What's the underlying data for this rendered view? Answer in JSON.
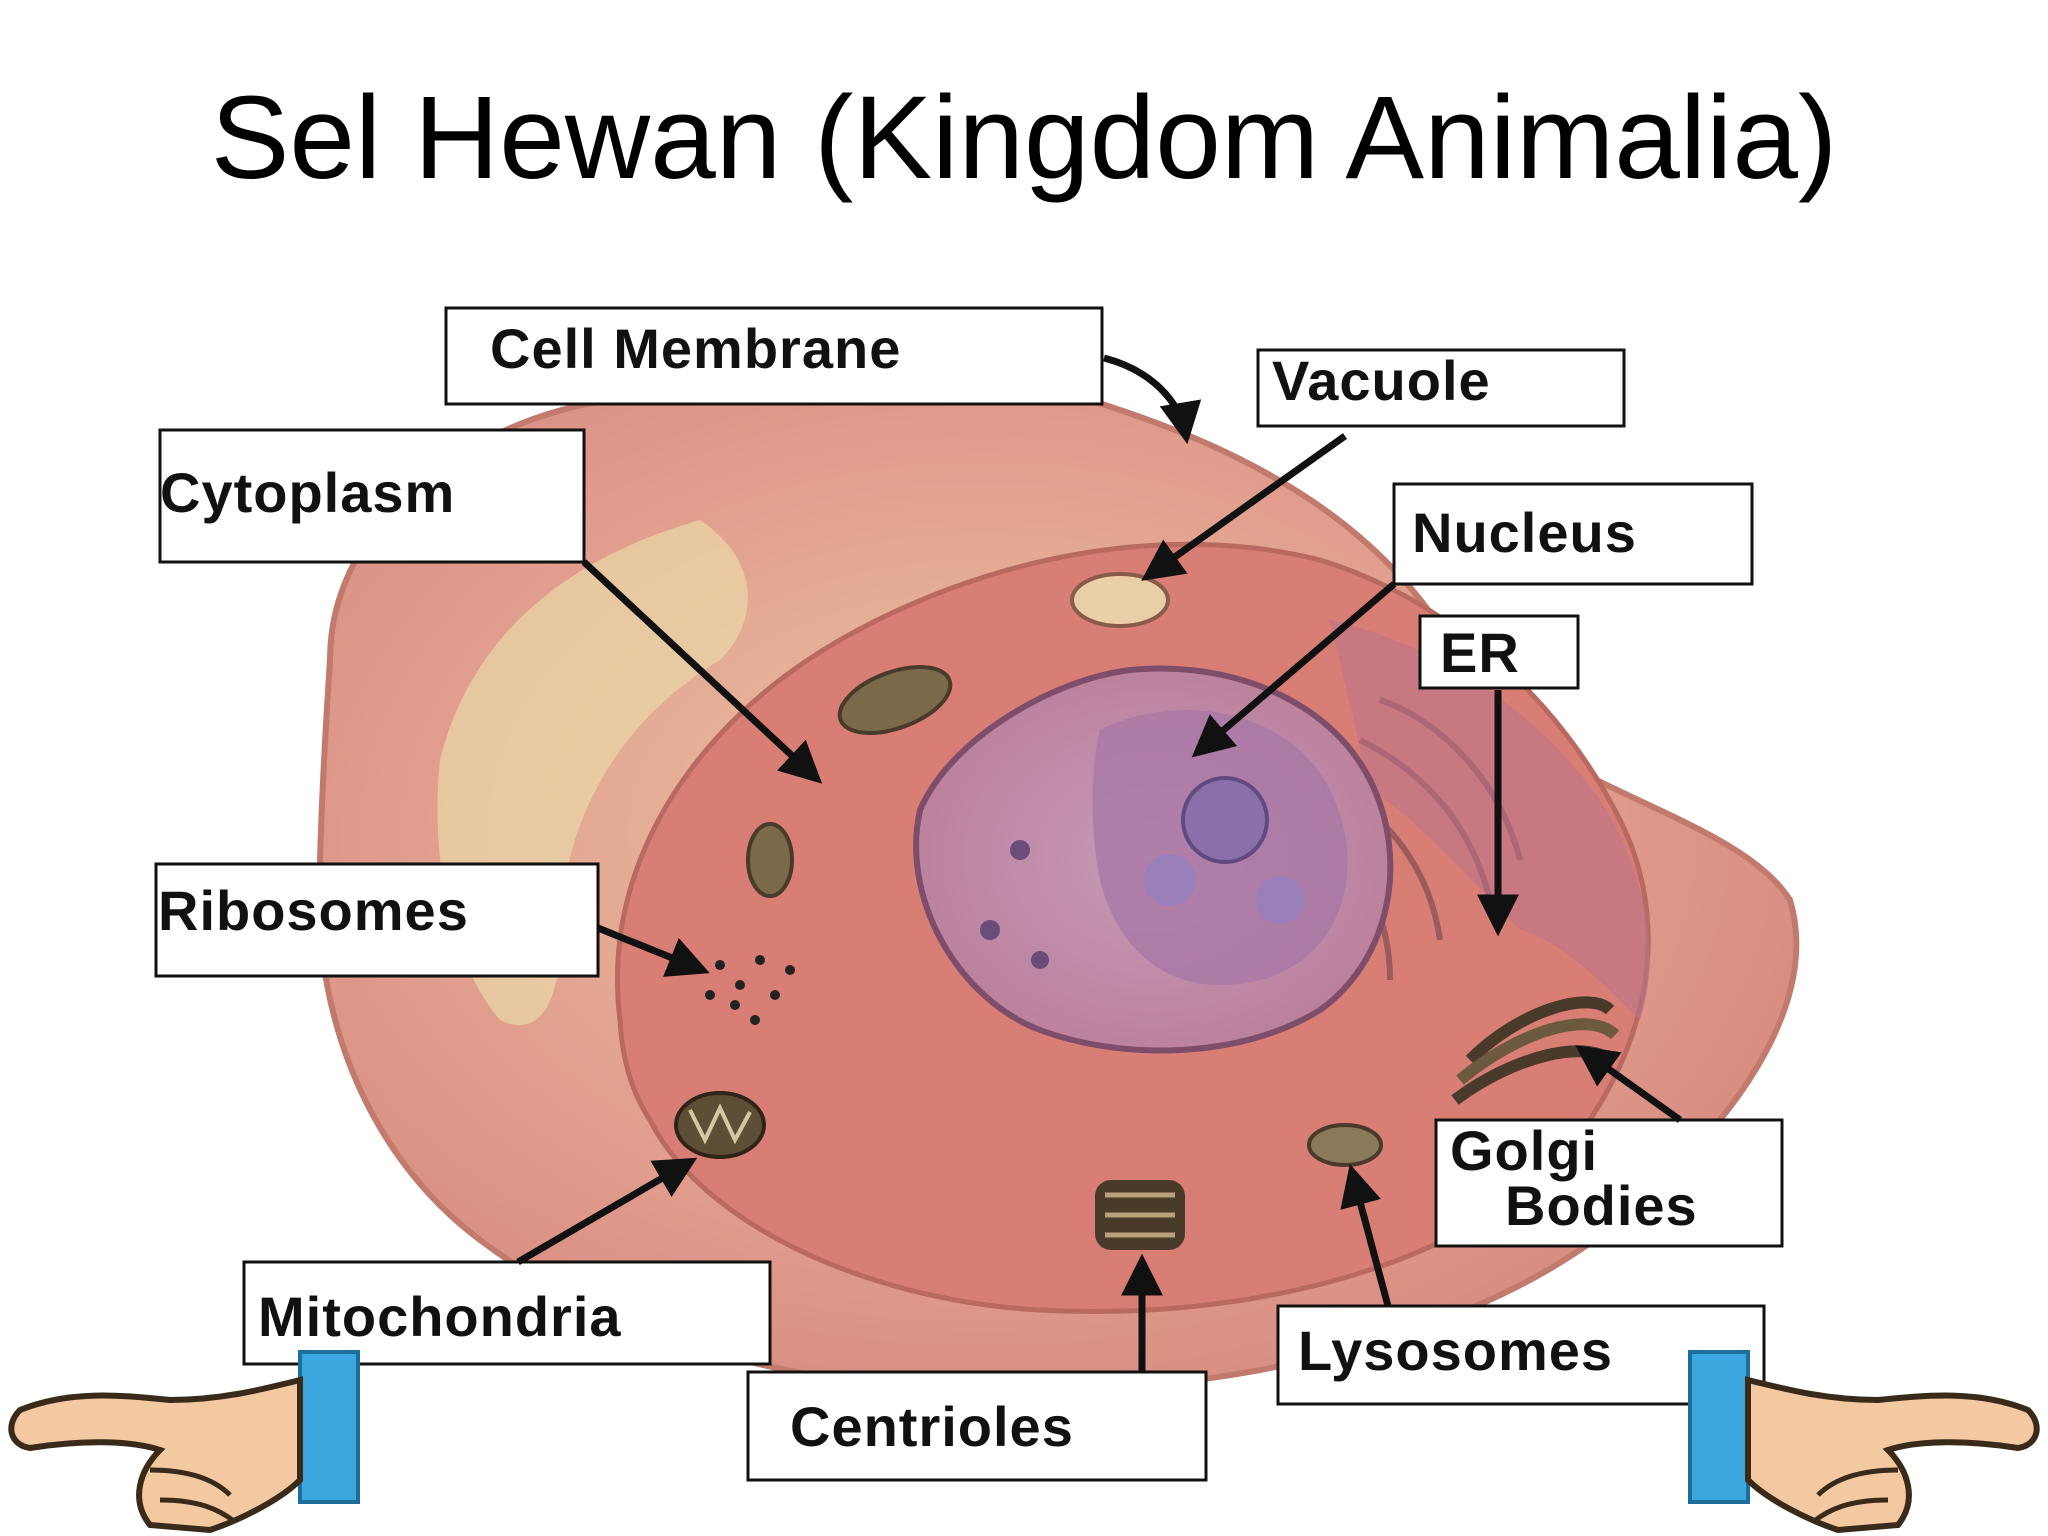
{
  "slide": {
    "title": "Sel Hewan (Kingdom Animalia)"
  },
  "diagram": {
    "labels": {
      "cell_membrane": "Cell Membrane",
      "vacuole": "Vacuole",
      "cytoplasm": "Cytoplasm",
      "nucleus": "Nucleus",
      "er": "ER",
      "ribosomes": "Ribosomes",
      "golgi_line1": "Golgi",
      "golgi_line2": "Bodies",
      "mitochondria": "Mitochondria",
      "lysosomes": "Lysosomes",
      "centrioles": "Centrioles"
    }
  },
  "colors": {
    "cell_outer": "#e2a08f",
    "cell_inner": "#d97e74",
    "nucleus": "#c98aa0",
    "nucleolus": "#8a70a8",
    "cytoplasm_highlight": "#e9d8a8",
    "organelle_dark": "#6b5a40",
    "cuff_blue": "#3aa7de",
    "hand_skin": "#f2c9a0"
  }
}
